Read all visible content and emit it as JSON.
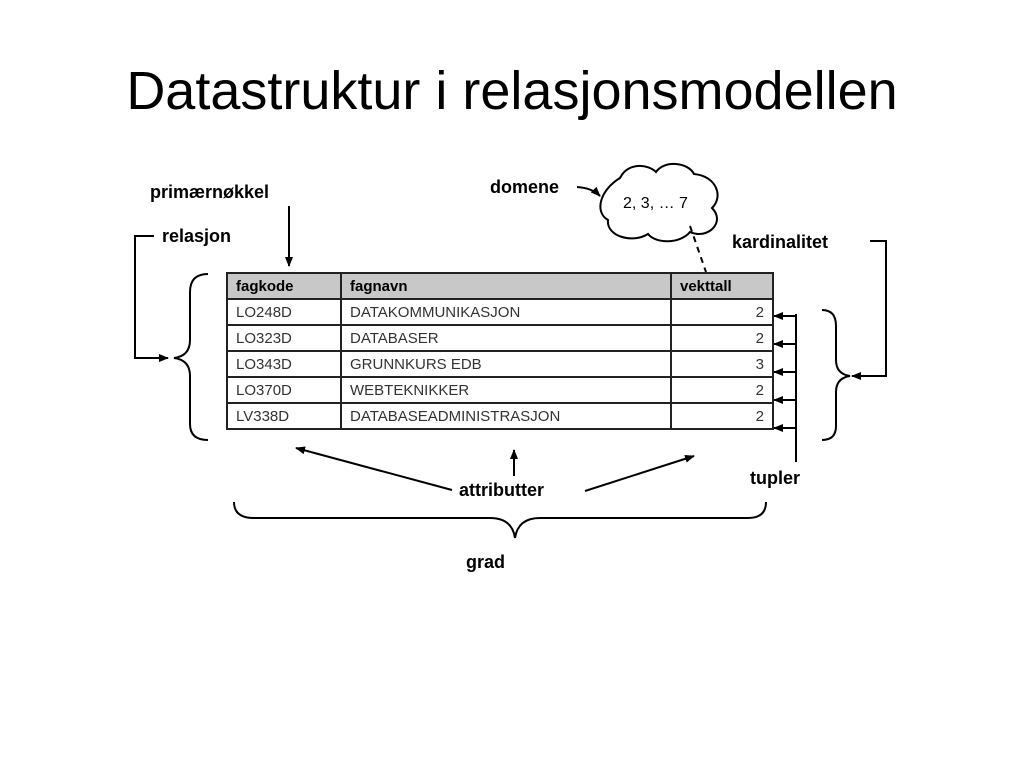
{
  "title": "Datastruktur i relasjonsmodellen",
  "labels": {
    "primary_key": "primærnøkkel",
    "relation": "relasjon",
    "domain": "domene",
    "domain_values": "2, 3, … 7",
    "cardinality": "kardinalitet",
    "tuples": "tupler",
    "attributes": "attributter",
    "degree": "grad"
  },
  "table": {
    "headers": [
      "fagkode",
      "fagnavn",
      "vekttall"
    ],
    "rows": [
      [
        "LO248D",
        "DATAKOMMUNIKASJON",
        "2"
      ],
      [
        "LO323D",
        "DATABASER",
        "2"
      ],
      [
        "LO343D",
        "GRUNNKURS EDB",
        "3"
      ],
      [
        "LO370D",
        "WEBTEKNIKKER",
        "2"
      ],
      [
        "LV338D",
        "DATABASEADMINISTRASJON",
        "2"
      ]
    ]
  }
}
